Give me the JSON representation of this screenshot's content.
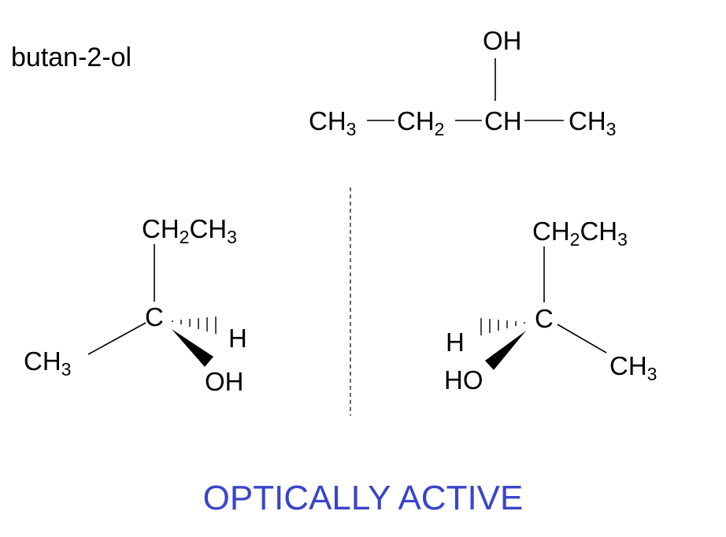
{
  "title": "butan-2-ol",
  "condensed": {
    "oh_label": "OH",
    "groups": [
      {
        "main": "CH",
        "sub": "3"
      },
      {
        "main": "CH",
        "sub": "2"
      },
      {
        "main": "CH",
        "sub": ""
      },
      {
        "main": "CH",
        "sub": "3"
      }
    ]
  },
  "left_enantiomer": {
    "top_group": {
      "a": "CH",
      "a_sub": "2",
      "b": "CH",
      "b_sub": "3"
    },
    "center": "C",
    "left_group": {
      "main": "CH",
      "sub": "3"
    },
    "hashed_label": "H",
    "wedge_label": "OH"
  },
  "right_enantiomer": {
    "top_group": {
      "a": "CH",
      "a_sub": "2",
      "b": "CH",
      "b_sub": "3"
    },
    "center": "C",
    "right_group": {
      "main": "CH",
      "sub": "3"
    },
    "hashed_label": "H",
    "wedge_label": "HO"
  },
  "caption": "OPTICALLY ACTIVE",
  "colors": {
    "caption": "#3a44c8",
    "ink": "#000000"
  }
}
